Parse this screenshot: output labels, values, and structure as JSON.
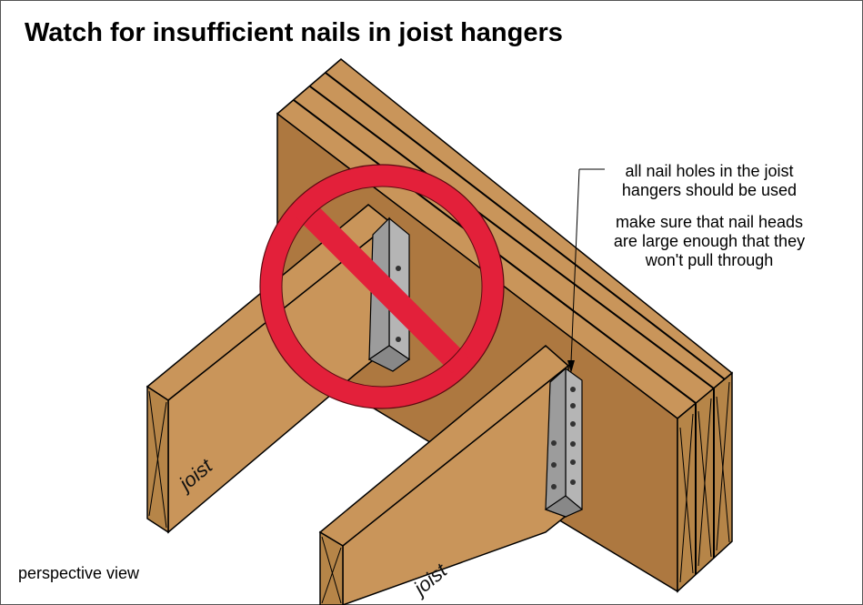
{
  "title": "Watch for insufficient nails in joist hangers",
  "callout": {
    "line1": "all nail holes in the joist",
    "line2": "hangers should be used",
    "line3": "make sure that nail heads",
    "line4": "are large enough that they",
    "line5": "won't pull through"
  },
  "labels": {
    "joist_left": "joist",
    "joist_right": "joist",
    "view": "perspective  view"
  },
  "colors": {
    "wood_top": "#c9955a",
    "wood_side": "#ad7840",
    "wood_end": "#b68548",
    "hanger": "#a9a9a9",
    "no_symbol": "#e3203a"
  },
  "icons": {
    "prohibition": "no-symbol-icon"
  }
}
